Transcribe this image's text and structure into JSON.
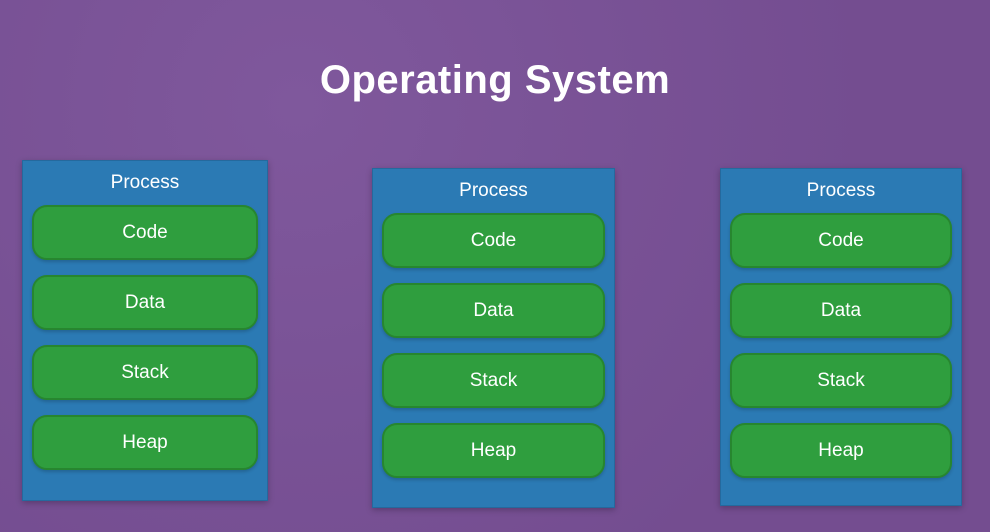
{
  "title": "Operating System",
  "colors": {
    "background": "#7a5198",
    "process_box": "#2b7ab4",
    "section_fill": "#2f9e3e",
    "section_border": "#27862f",
    "text": "#ffffff"
  },
  "processes": [
    {
      "title": "Process",
      "sections": [
        "Code",
        "Data",
        "Stack",
        "Heap"
      ]
    },
    {
      "title": "Process",
      "sections": [
        "Code",
        "Data",
        "Stack",
        "Heap"
      ]
    },
    {
      "title": "Process",
      "sections": [
        "Code",
        "Data",
        "Stack",
        "Heap"
      ]
    }
  ]
}
